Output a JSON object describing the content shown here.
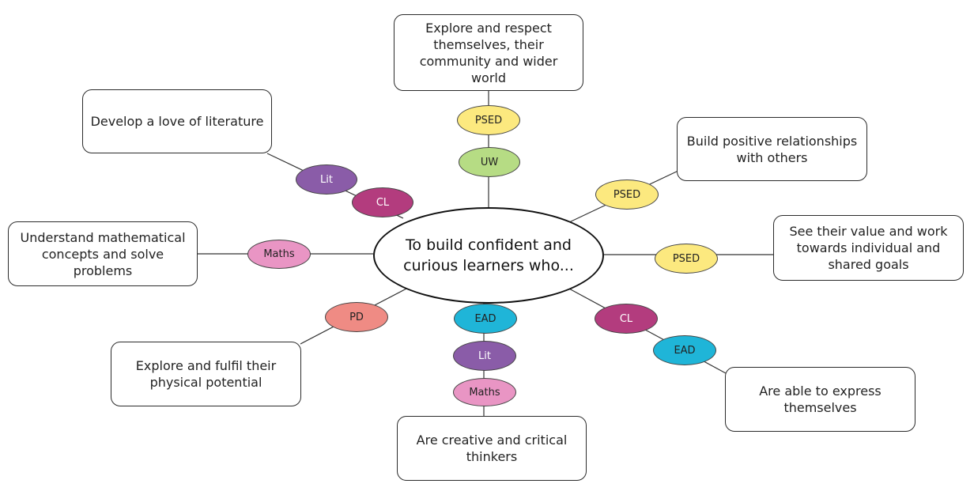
{
  "center": {
    "text": "To build confident and curious learners who..."
  },
  "outcomes": [
    {
      "id": "explore-respect",
      "text": "Explore and respect themselves, their community and wider world"
    },
    {
      "id": "love-literature",
      "text": "Develop a love of literature"
    },
    {
      "id": "positive-relationships",
      "text": "Build positive relationships with others"
    },
    {
      "id": "mathematical-concepts",
      "text": "Understand mathematical concepts and solve problems"
    },
    {
      "id": "value-goals",
      "text": "See their value and work towards individual and shared goals"
    },
    {
      "id": "physical-potential",
      "text": "Explore and fulfil their physical potential"
    },
    {
      "id": "express-themselves",
      "text": "Are able to express themselves"
    },
    {
      "id": "creative-critical",
      "text": "Are creative and critical thinkers"
    }
  ],
  "areas": [
    {
      "id": "psed-top",
      "label": "PSED",
      "color": "#fce97f"
    },
    {
      "id": "uw",
      "label": "UW",
      "color": "#b6dc84"
    },
    {
      "id": "lit-topleft",
      "label": "Lit",
      "color": "#8a5ca8"
    },
    {
      "id": "cl-topleft",
      "label": "CL",
      "color": "#b33c7e"
    },
    {
      "id": "psed-right-upper",
      "label": "PSED",
      "color": "#fce97f"
    },
    {
      "id": "maths-left",
      "label": "Maths",
      "color": "#e995c4"
    },
    {
      "id": "psed-right",
      "label": "PSED",
      "color": "#fce97f"
    },
    {
      "id": "pd",
      "label": "PD",
      "color": "#ef8b84"
    },
    {
      "id": "ead-bottom",
      "label": "EAD",
      "color": "#1fb5d8"
    },
    {
      "id": "cl-bottomright",
      "label": "CL",
      "color": "#b33c7e"
    },
    {
      "id": "lit-bottom",
      "label": "Lit",
      "color": "#8a5ca8"
    },
    {
      "id": "ead-bottomright",
      "label": "EAD",
      "color": "#1fb5d8"
    },
    {
      "id": "maths-bottom",
      "label": "Maths",
      "color": "#e995c4"
    }
  ]
}
